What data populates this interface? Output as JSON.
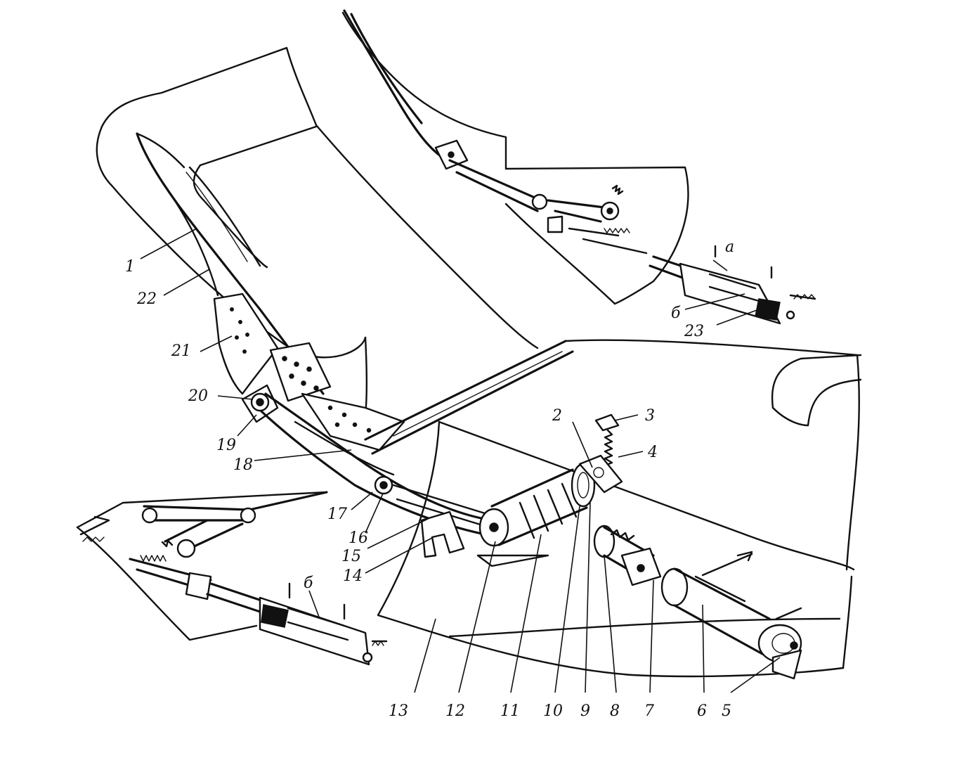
{
  "labels": {
    "l1": "1",
    "l2": "2",
    "l3": "3",
    "l4": "4",
    "l5": "5",
    "l6": "6",
    "l7": "7",
    "l8": "8",
    "l9": "9",
    "l10": "10",
    "l11": "11",
    "l12": "12",
    "l13": "13",
    "l14": "14",
    "l15": "15",
    "l16": "16",
    "l17": "17",
    "l18": "18",
    "l19": "19",
    "l20": "20",
    "l21": "21",
    "l22": "22",
    "l23": "23",
    "la": "а",
    "lb_top": "б",
    "lb_bottom": "б"
  }
}
